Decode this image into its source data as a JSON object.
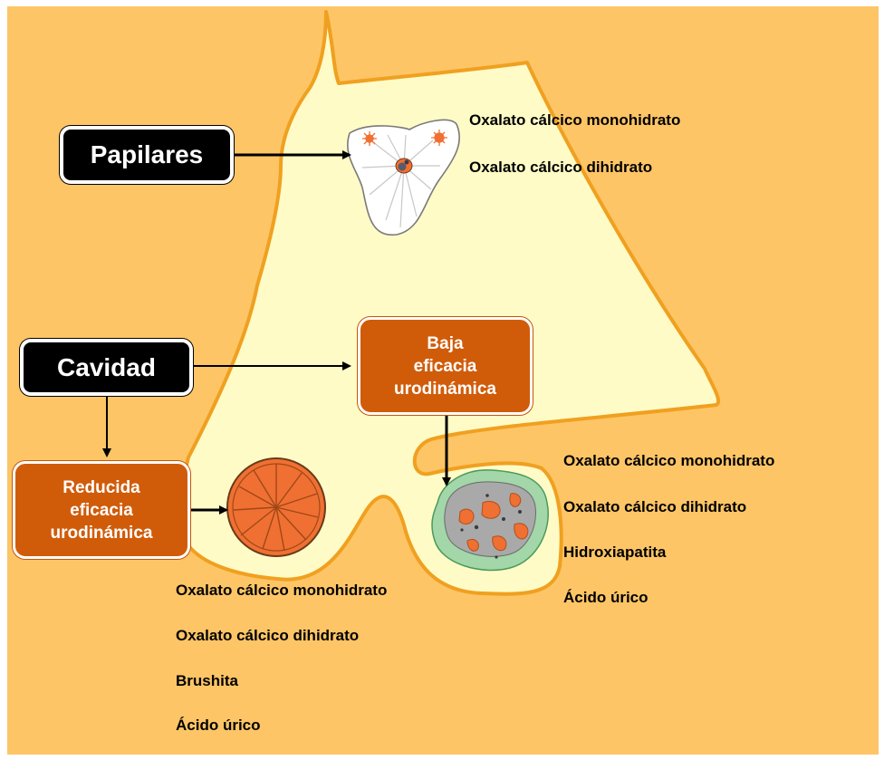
{
  "labels": {
    "papilares": "Papilares",
    "cavidad": "Cavidad",
    "baja": [
      "Baja",
      "eficacia",
      "urodinámica"
    ],
    "reducida": [
      "Reducida",
      "eficacia",
      "urodinámica"
    ]
  },
  "lists": {
    "papillary": [
      "Oxalato cálcico monohidrato",
      "Oxalato cálcico dihidrato"
    ],
    "right": [
      "Oxalato cálcico monohidrato",
      "Oxalato cálcico dihidrato",
      "Hidroxiapatita",
      "Ácido úrico"
    ],
    "bottom": [
      "Oxalato cálcico monohidrato",
      "Oxalato cálcico dihidrato",
      "Brushita",
      "Ácido úrico"
    ]
  },
  "colors": {
    "background": "#fdc566",
    "kidney_fill": "#fffbc6",
    "kidney_outline": "#f0a020",
    "box_black": "#000000",
    "box_orange": "#d05c0a",
    "stone_orange": "#ef7032",
    "calculus_green": "#a3d6a8",
    "calculus_gray": "#a9a9a9"
  }
}
